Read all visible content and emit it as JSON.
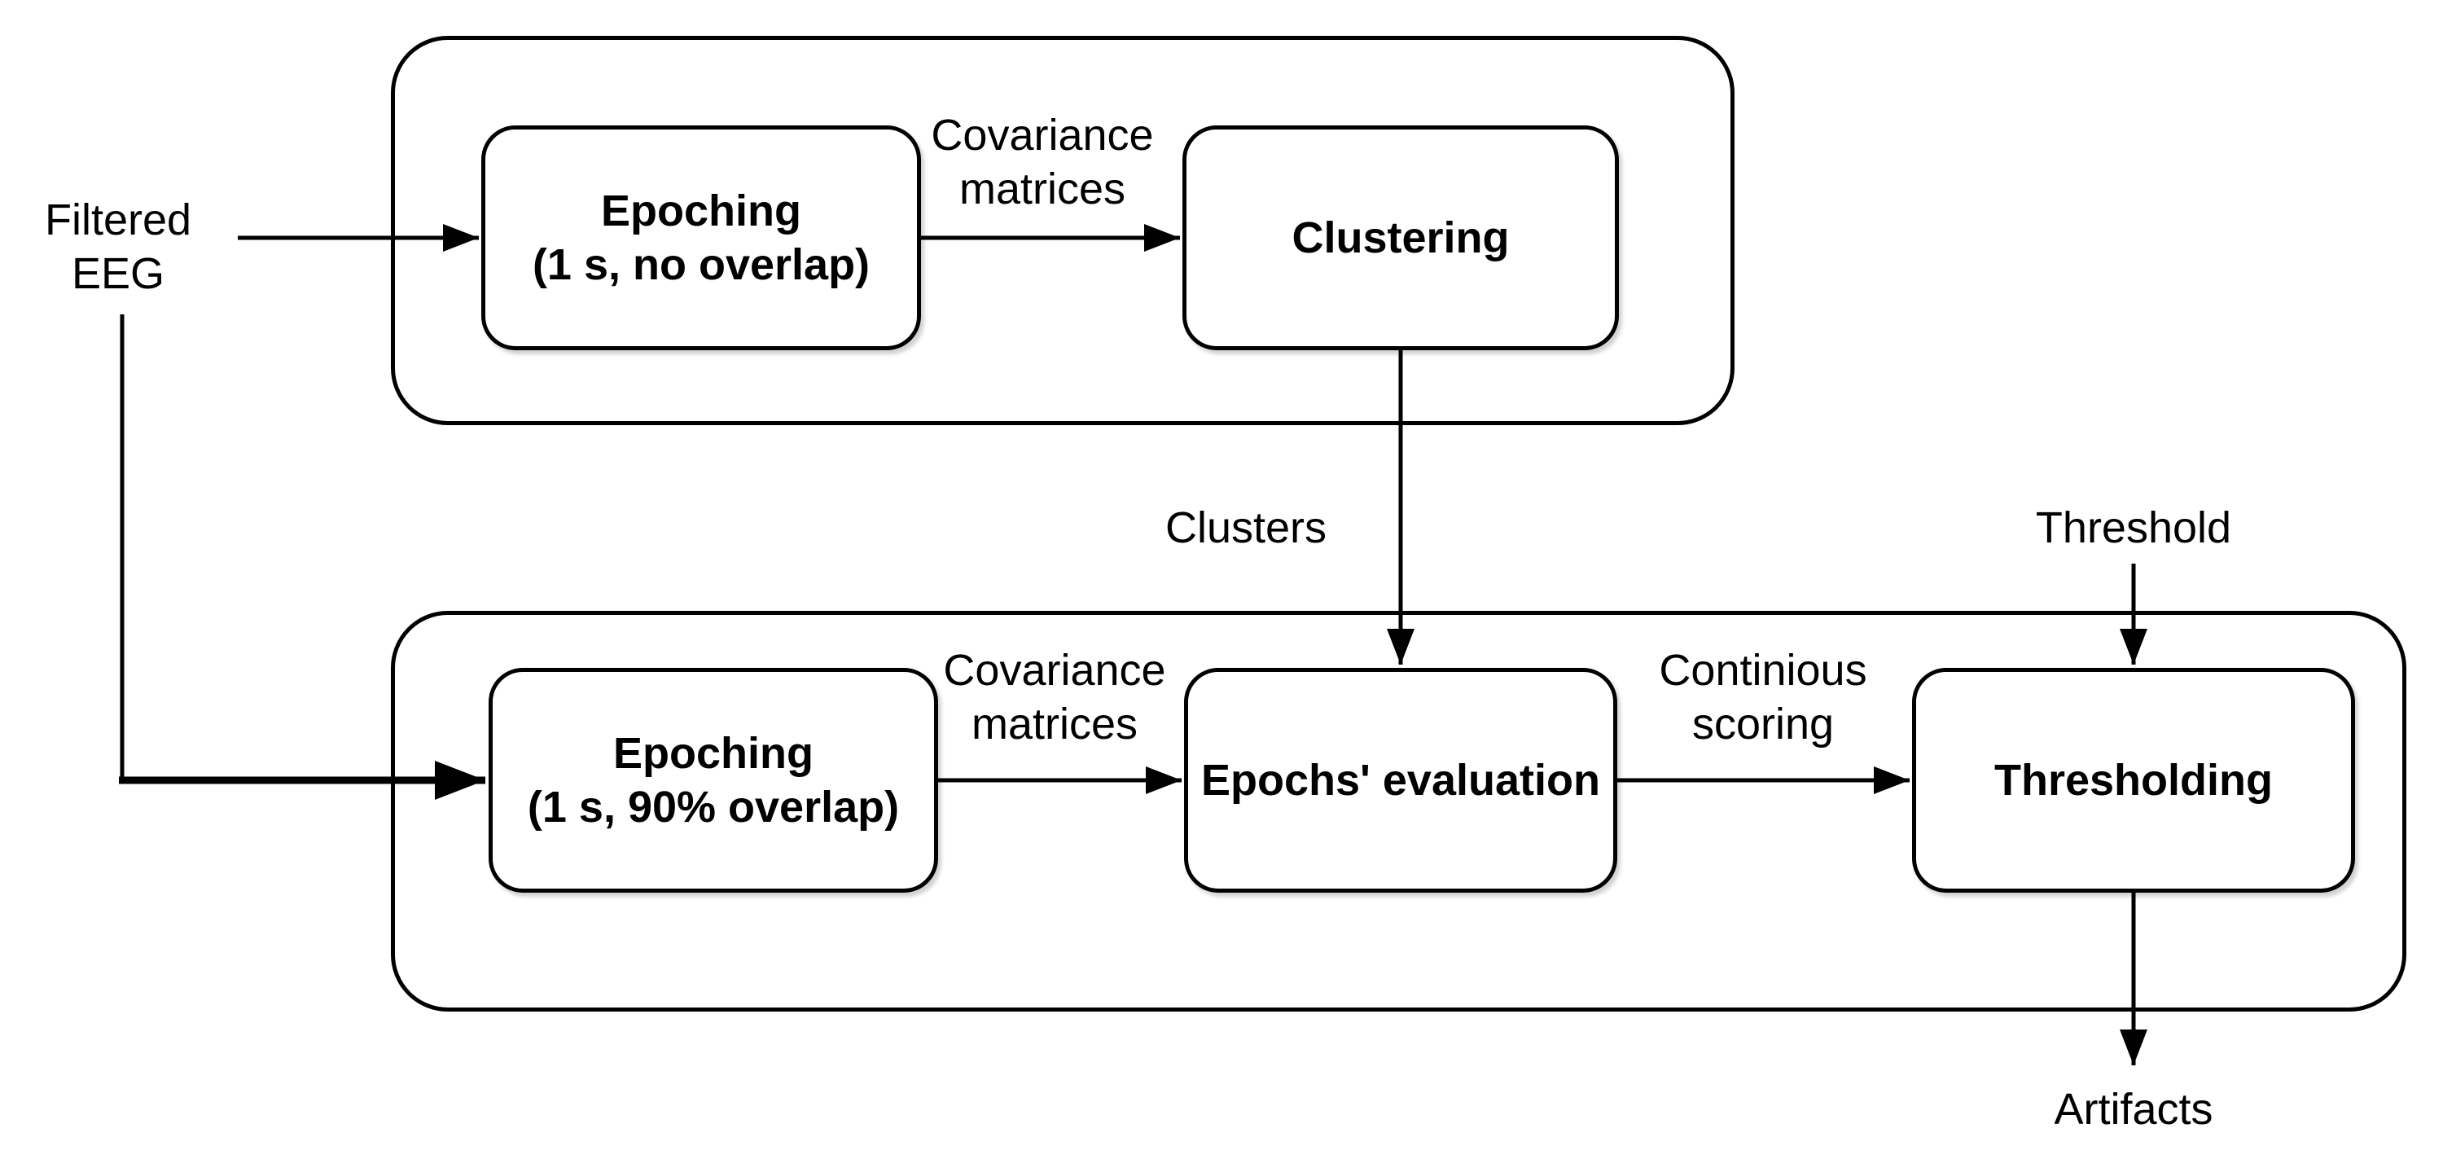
{
  "diagram": {
    "colors": {
      "stroke": "#000000",
      "text": "#000000",
      "background": "#ffffff"
    },
    "nodes": {
      "epoching_train": {
        "label": "Epoching\n(1 s, no overlap)"
      },
      "clustering": {
        "label": "Clustering"
      },
      "epoching_detect": {
        "label": "Epoching\n(1 s, 90% overlap)"
      },
      "epochs_evaluation": {
        "label": "Epochs' evaluation"
      },
      "thresholding": {
        "label": "Thresholding"
      }
    },
    "labels": {
      "filtered_eeg": "Filtered\nEEG",
      "covariance_train": "Covariance\nmatrices",
      "clusters": "Clusters",
      "covariance_detect": "Covariance\nmatrices",
      "continuous_scoring": "Continious\nscoring",
      "threshold": "Threshold",
      "artifacts": "Artifacts"
    }
  }
}
